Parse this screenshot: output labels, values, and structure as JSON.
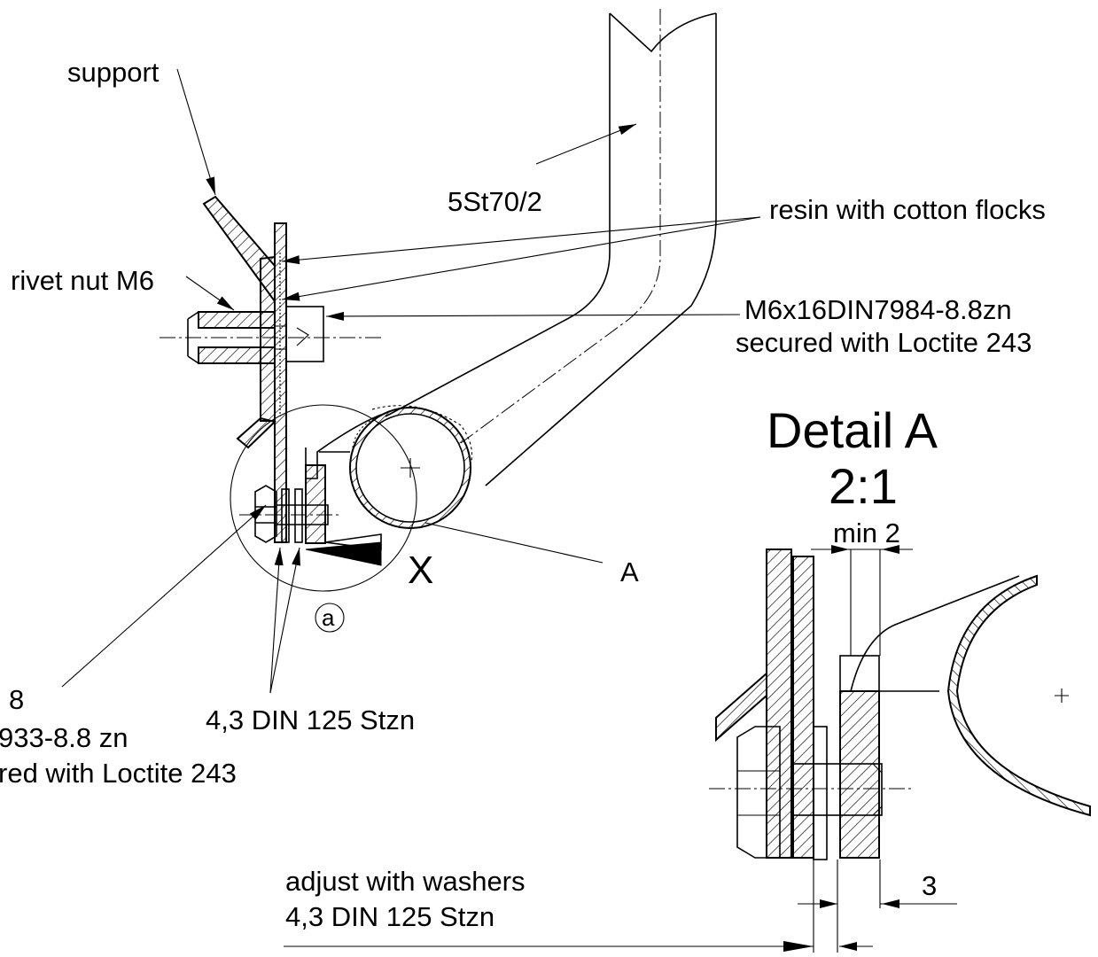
{
  "labels": {
    "support": "support",
    "material": "5St70/2",
    "resin": "resin with cotton flocks",
    "rivet_nut": "rivet nut M6",
    "screw_line1": "M6x16DIN7984-8.8zn",
    "screw_line2": "secured with Loctite 243",
    "detail_title": "Detail A",
    "detail_scale": "2:1",
    "section_x": "X",
    "detail_ref": "A",
    "circle_marker": "a",
    "bolt_line1": "8",
    "bolt_line2": "933-8.8 zn",
    "bolt_line3": "red with Loctite 243",
    "washer": "4,3 DIN 125 Stzn",
    "dim_min": "min 2",
    "dim_3": "3",
    "adjust_line1": "adjust with washers",
    "adjust_line2": "4,3 DIN 125 Stzn"
  }
}
